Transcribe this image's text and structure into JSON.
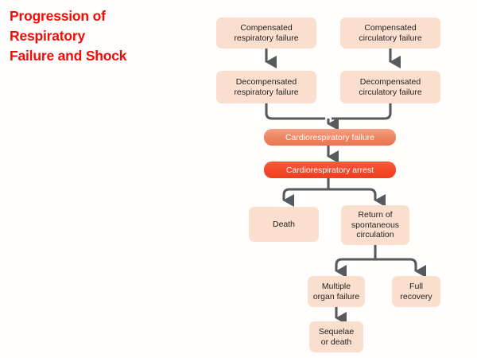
{
  "title": {
    "text": "Progression of\nRespiratory\nFailure and Shock",
    "color": "#f30b06"
  },
  "diagram": {
    "type": "flowchart",
    "box_fill": "#fadfce",
    "highlight_fill_failure": "#ed8460",
    "highlight_fill_arrest": "#f4482a",
    "connector_color": "#565a5c",
    "nodes": [
      {
        "id": "compensated-respiratory-failure",
        "label": "Compensated\nrespiratory failure",
        "style": "plain"
      },
      {
        "id": "compensated-circulatory-failure",
        "label": "Compensated\ncirculatory failure",
        "style": "plain"
      },
      {
        "id": "decompensated-respiratory-failure",
        "label": "Decompensated\nrespiratory failure",
        "style": "plain"
      },
      {
        "id": "decompensated-circulatory-failure",
        "label": "Decompensated\ncirculatory failure",
        "style": "plain"
      },
      {
        "id": "cardiorespiratory-failure",
        "label": "Cardiorespiratory failure",
        "style": "highlight-failure"
      },
      {
        "id": "cardiorespiratory-arrest",
        "label": "Cardiorespiratory arrest",
        "style": "highlight-arrest"
      },
      {
        "id": "death",
        "label": "Death",
        "style": "plain"
      },
      {
        "id": "return-of-spontaneous-circulation",
        "label": "Return of\nspontaneous\ncirculation",
        "style": "plain"
      },
      {
        "id": "multiple-organ-failure",
        "label": "Multiple\norgan failure",
        "style": "plain"
      },
      {
        "id": "full-recovery",
        "label": "Full\nrecovery",
        "style": "plain"
      },
      {
        "id": "sequelae-or-death",
        "label": "Sequelae\nor death",
        "style": "plain"
      }
    ],
    "edges": [
      {
        "from": "compensated-respiratory-failure",
        "to": "decompensated-respiratory-failure"
      },
      {
        "from": "compensated-circulatory-failure",
        "to": "decompensated-circulatory-failure"
      },
      {
        "from": "decompensated-respiratory-failure",
        "to": "cardiorespiratory-failure"
      },
      {
        "from": "decompensated-circulatory-failure",
        "to": "cardiorespiratory-failure"
      },
      {
        "from": "cardiorespiratory-failure",
        "to": "cardiorespiratory-arrest"
      },
      {
        "from": "cardiorespiratory-arrest",
        "to": "death"
      },
      {
        "from": "cardiorespiratory-arrest",
        "to": "return-of-spontaneous-circulation"
      },
      {
        "from": "return-of-spontaneous-circulation",
        "to": "multiple-organ-failure"
      },
      {
        "from": "return-of-spontaneous-circulation",
        "to": "full-recovery"
      },
      {
        "from": "multiple-organ-failure",
        "to": "sequelae-or-death"
      }
    ]
  }
}
